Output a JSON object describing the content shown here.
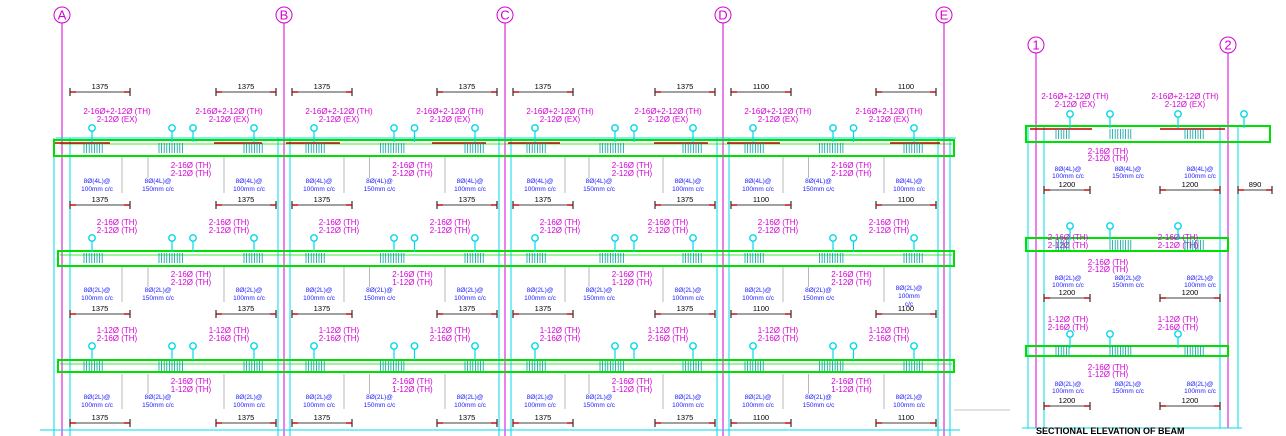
{
  "left_elevation": {
    "grid_labels": [
      "A",
      "B",
      "C",
      "D",
      "E"
    ],
    "spans": [
      {
        "dims": [
          "1375",
          "1375",
          "1375",
          "1375"
        ],
        "top_main": [
          "2-16Ø+2-12Ø (TH)",
          "2-16Ø+2-12Ø (TH)"
        ],
        "top_sub": [
          "2-12Ø (EX)",
          "2-12Ø (EX)"
        ]
      },
      {
        "dims": [
          "1375",
          "1375",
          "1375",
          "1375"
        ],
        "top_main": [
          "2-16Ø+2-12Ø (TH)",
          "2-16Ø+2-12Ø (TH)"
        ],
        "top_sub": [
          "2-12Ø (EX)",
          "2-12Ø (EX)"
        ]
      },
      {
        "dims": [
          "1375",
          "1375",
          "1375",
          "1375"
        ],
        "top_main": [
          "2-16Ø+2-12Ø (TH)",
          "2-16Ø+2-12Ø (TH)"
        ],
        "top_sub": [
          "2-12Ø (EX)",
          "2-12Ø (EX)"
        ]
      },
      {
        "dims": [
          "1100",
          "1100",
          "1100",
          "1100"
        ],
        "top_main": [
          "2-16Ø+2-12Ø (TH)",
          "2-16Ø+2-12Ø (TH)"
        ],
        "top_sub": [
          "2-12Ø (EX)",
          "2-12Ø (EX)"
        ]
      }
    ],
    "beams": [
      {
        "bottom_a": "2-16Ø (TH)",
        "bottom_b": "2-12Ø (TH)",
        "stirrups_l1": [
          "8Ø(4L)@",
          "8Ø(4L)@",
          "8Ø(4L)@"
        ],
        "stirrups_l2": [
          "100mm c/c",
          "150mm c/c",
          "100mm c/c"
        ],
        "next_top_a": "2-16Ø (TH)",
        "next_top_b": "2-12Ø (TH)"
      },
      {
        "bottom_a": "2-16Ø (TH)",
        "bottom_b": "2-12Ø (TH)",
        "bottom_alt_b": "1-12Ø (TH)",
        "stirrups_l1": [
          "8Ø(2L)@",
          "8Ø(2L)@",
          "8Ø(2L)@"
        ],
        "stirrups_l2": [
          "100mm c/c",
          "150mm c/c",
          "100mm c/c"
        ],
        "next_top_a": "1-12Ø (TH)",
        "next_top_b": "2-16Ø (TH)"
      },
      {
        "bottom_a": "2-16Ø (TH)",
        "bottom_b": "1-12Ø (TH)",
        "stirrups_l1": [
          "8Ø(2L)@",
          "8Ø(2L)@",
          "8Ø(2L)@"
        ],
        "stirrups_l2": [
          "100mm c/c",
          "150mm c/c",
          "100mm c/c"
        ]
      }
    ],
    "special_stirrup": {
      "l1": "8Ø(2L)@",
      "l2": "100mm",
      "l3": "c/c"
    }
  },
  "right_elevation": {
    "grid_labels": [
      "1",
      "2"
    ],
    "dims": [
      "1200",
      "1200",
      "1200",
      "1200",
      "1200",
      "1200"
    ],
    "extra_dim": "890",
    "top_main": [
      "2-16Ø+2-12Ø (TH)",
      "2-16Ø+2-12Ø (TH)"
    ],
    "top_sub": [
      "2-12Ø (EX)",
      "2-12Ø (EX)"
    ],
    "beams": [
      {
        "bottom_a": "2-16Ø (TH)",
        "bottom_b": "2-12Ø (TH)",
        "stirrups_l1": [
          "8Ø(4L)@",
          "8Ø(4L)@",
          "8Ø(4L)@"
        ],
        "stirrups_l2": [
          "100mm c/c",
          "150mm c/c",
          "100mm c/c"
        ],
        "next_top_a": "2-16Ø (TH)",
        "next_top_b": "2-12Ø (TH)"
      },
      {
        "bottom_a": "2-16Ø (TH)",
        "bottom_b": "2-12Ø (TH)",
        "stirrups_l1": [
          "8Ø(2L)@",
          "8Ø(2L)@",
          "8Ø(2L)@"
        ],
        "stirrups_l2": [
          "100mm c/c",
          "150mm c/c",
          "100mm c/c"
        ],
        "next_top_a": "1-12Ø (TH)",
        "next_top_b": "2-16Ø (TH)"
      },
      {
        "bottom_a": "2-16Ø (TH)",
        "bottom_b": "1-12Ø (TH)",
        "stirrups_l1": [
          "8Ø(2L)@",
          "8Ø(2L)@",
          "8Ø(2L)@"
        ],
        "stirrups_l2": [
          "100mm c/c",
          "150mm c/c",
          "100mm c/c"
        ]
      }
    ],
    "title": "SECTIONAL ELEVATION OF BEAM"
  },
  "colors": {
    "beam": "#00e000",
    "column": "#00d8e8",
    "gridline": "#d400d4",
    "text_annotation": "#d400d4",
    "stirrup_text": "#1a1aff",
    "dimension": "#000000",
    "bar": "#c00000"
  }
}
